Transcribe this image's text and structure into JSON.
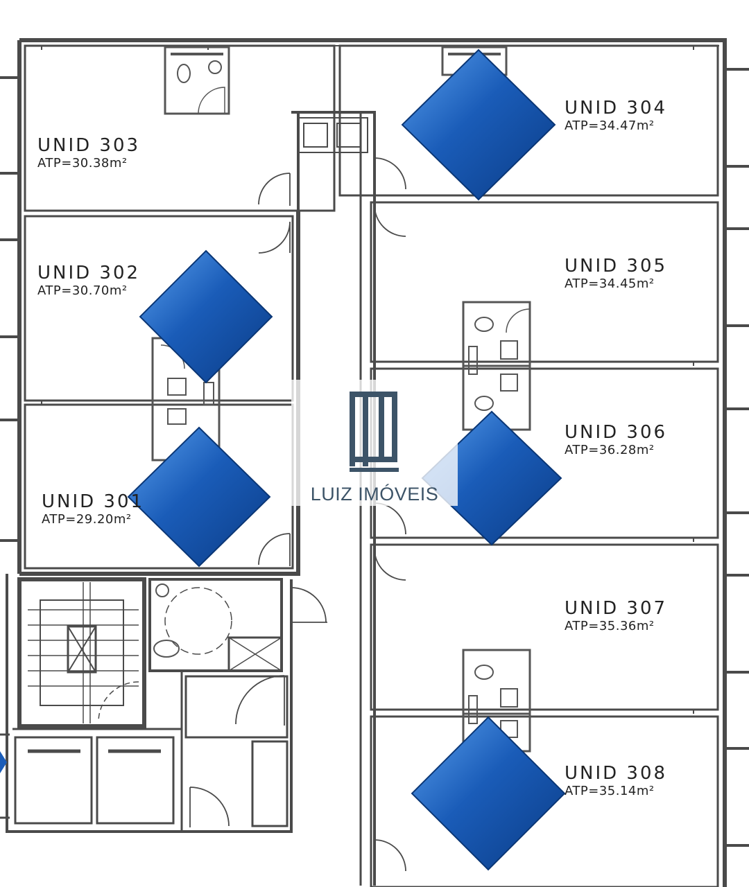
{
  "colors": {
    "wall": "#4a4a4a",
    "fixture": "#555555",
    "marker_fill": "#1a5cb8",
    "marker_light": "#4a8fe0",
    "marker_dark": "#0c3f8c",
    "logo": "#3d5468"
  },
  "units": [
    {
      "id": "303",
      "name": "UNID  303",
      "area": "ATP=30.38m²"
    },
    {
      "id": "304",
      "name": "UNID  304",
      "area": "ATP=34.47m²"
    },
    {
      "id": "302",
      "name": "UNID  302",
      "area": "ATP=30.70m²"
    },
    {
      "id": "305",
      "name": "UNID  305",
      "area": "ATP=34.45m²"
    },
    {
      "id": "301",
      "name": "UNID  301",
      "area": "ATP=29.20m²"
    },
    {
      "id": "306",
      "name": "UNID  306",
      "area": "ATP=36.28m²"
    },
    {
      "id": "307",
      "name": "UNID  307",
      "area": "ATP=35.36m²"
    },
    {
      "id": "308",
      "name": "UNID  308",
      "area": "ATP=35.14m²"
    }
  ],
  "markers": [
    "diamond-marker",
    "diamond-marker",
    "diamond-marker",
    "diamond-marker",
    "diamond-marker",
    "diamond-marker"
  ],
  "logo": {
    "icon": "lm-monogram-icon",
    "name": "LUIZ IMÓVEIS"
  }
}
